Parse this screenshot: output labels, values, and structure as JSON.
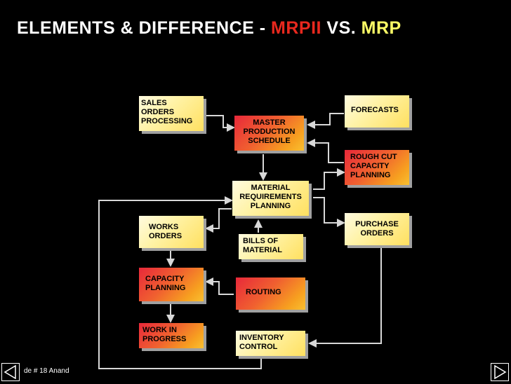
{
  "title": {
    "part1": "ELEMENTS & DIFFERENCE  -  ",
    "mrp2": "MRPII",
    "vs": "  VS.  ",
    "mrp": "MRP"
  },
  "boxes": {
    "sales_orders": "SALES\nORDERS\nPROCESSING",
    "master_schedule": "MASTER\nPRODUCTION\nSCHEDULE",
    "forecasts": "FORECASTS",
    "rough_cut": "ROUGH CUT\nCAPACITY\nPLANNING",
    "mrp": "MATERIAL\nREQUIREMENTS\nPLANNING",
    "works_orders": "WORKS\nORDERS",
    "purchase_orders": "PURCHASE\nORDERS",
    "bom": "BILLS OF\nMATERIAL",
    "capacity_planning": "CAPACITY\nPLANNING",
    "routing": "ROUTING",
    "wip": "WORK IN\nPROGRESS",
    "inventory": "INVENTORY\nCONTROL"
  },
  "footer": "de #  18  Anand",
  "colors": {
    "line": "#d8d8d8",
    "title_red": "#e8281e",
    "title_yellow": "#ffff66"
  },
  "nav": {
    "prev": "prev-arrow-icon",
    "next": "next-arrow-icon"
  }
}
